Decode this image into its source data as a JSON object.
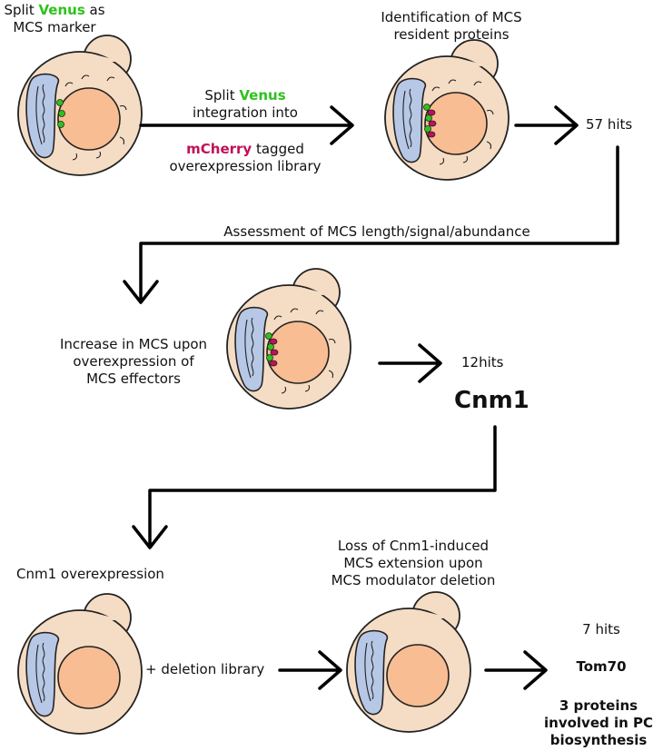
{
  "step1": {
    "title_prefix": "Split",
    "title_highlight": "Venus",
    "title_suffix": "as",
    "title_line2": "MCS marker"
  },
  "step2": {
    "title_line1": "Identification of MCS",
    "title_line2": "resident proteins",
    "hits": "57 hits"
  },
  "arrow1": {
    "line1_prefix": "Split",
    "line1_highlight": "Venus",
    "line2": "integration into",
    "line3_highlight": "mCherry",
    "line3_suffix": "tagged",
    "line4": "overexpression library"
  },
  "assessment": "Assessment of MCS length/signal/abundance",
  "step3": {
    "line1": "Increase in MCS upon",
    "line2": "overexpression of",
    "line3": "MCS effectors",
    "hits": "12hits",
    "result": "Cnm1"
  },
  "step4": {
    "title": "Cnm1 overexpression",
    "plus": "+ deletion library"
  },
  "step5": {
    "line1": "Loss of Cnm1-induced",
    "line2": "MCS extension upon",
    "line3": "MCS modulator deletion",
    "hits": "7 hits",
    "result1": "Tom70",
    "result2_line1": "3 proteins",
    "result2_line2": "involved in PC",
    "result2_line3": "biosynthesis"
  },
  "colors": {
    "cell_fill": "#f5dcc4",
    "nucleus_fill": "#f8bd92",
    "er_fill": "#b7c8e6",
    "venus_green": "#2ec21d",
    "mcherry_red": "#c0105a"
  }
}
